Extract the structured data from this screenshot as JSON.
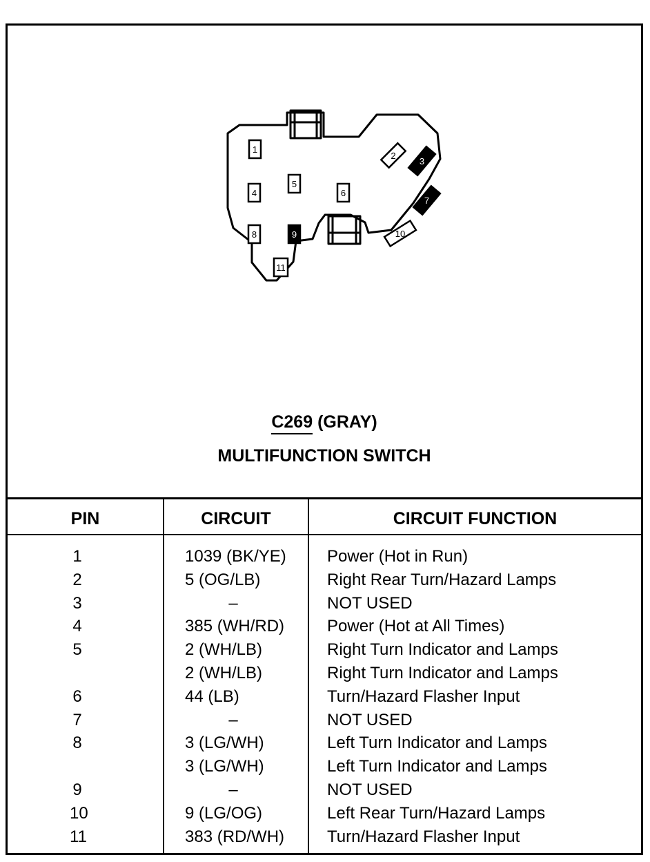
{
  "connector": {
    "id": "C269",
    "color_label": "(GRAY)",
    "name": "MULTIFUNCTION SWITCH",
    "cavity_labels": [
      "1",
      "2",
      "3",
      "4",
      "5",
      "6",
      "7",
      "8",
      "9",
      "10",
      "11"
    ],
    "filled_cavities": [
      "3",
      "7",
      "9"
    ]
  },
  "table": {
    "headers": {
      "pin": "PIN",
      "circuit": "CIRCUIT",
      "function": "CIRCUIT FUNCTION"
    },
    "rows": [
      {
        "pin": "1",
        "circuit": "1039 (BK/YE)",
        "function": "Power (Hot in Run)"
      },
      {
        "pin": "2",
        "circuit": "5 (OG/LB)",
        "function": "Right Rear Turn/Hazard Lamps"
      },
      {
        "pin": "3",
        "circuit": "–",
        "function": "NOT USED"
      },
      {
        "pin": "4",
        "circuit": "385 (WH/RD)",
        "function": "Power (Hot at All Times)"
      },
      {
        "pin": "5",
        "circuit": "2 (WH/LB)",
        "function": "Right Turn Indicator and Lamps"
      },
      {
        "pin": "",
        "circuit": "2 (WH/LB)",
        "function": "Right Turn Indicator and Lamps"
      },
      {
        "pin": "6",
        "circuit": "44 (LB)",
        "function": "Turn/Hazard Flasher Input"
      },
      {
        "pin": "7",
        "circuit": "–",
        "function": "NOT USED"
      },
      {
        "pin": "8",
        "circuit": "3 (LG/WH)",
        "function": "Left Turn Indicator and Lamps"
      },
      {
        "pin": "",
        "circuit": "3 (LG/WH)",
        "function": "Left Turn Indicator and Lamps"
      },
      {
        "pin": "9",
        "circuit": "–",
        "function": "NOT USED"
      },
      {
        "pin": "10",
        "circuit": "9 (LG/OG)",
        "function": "Left Rear Turn/Hazard Lamps"
      },
      {
        "pin": "11",
        "circuit": "383 (RD/WH)",
        "function": "Turn/Hazard Flasher Input"
      }
    ]
  }
}
